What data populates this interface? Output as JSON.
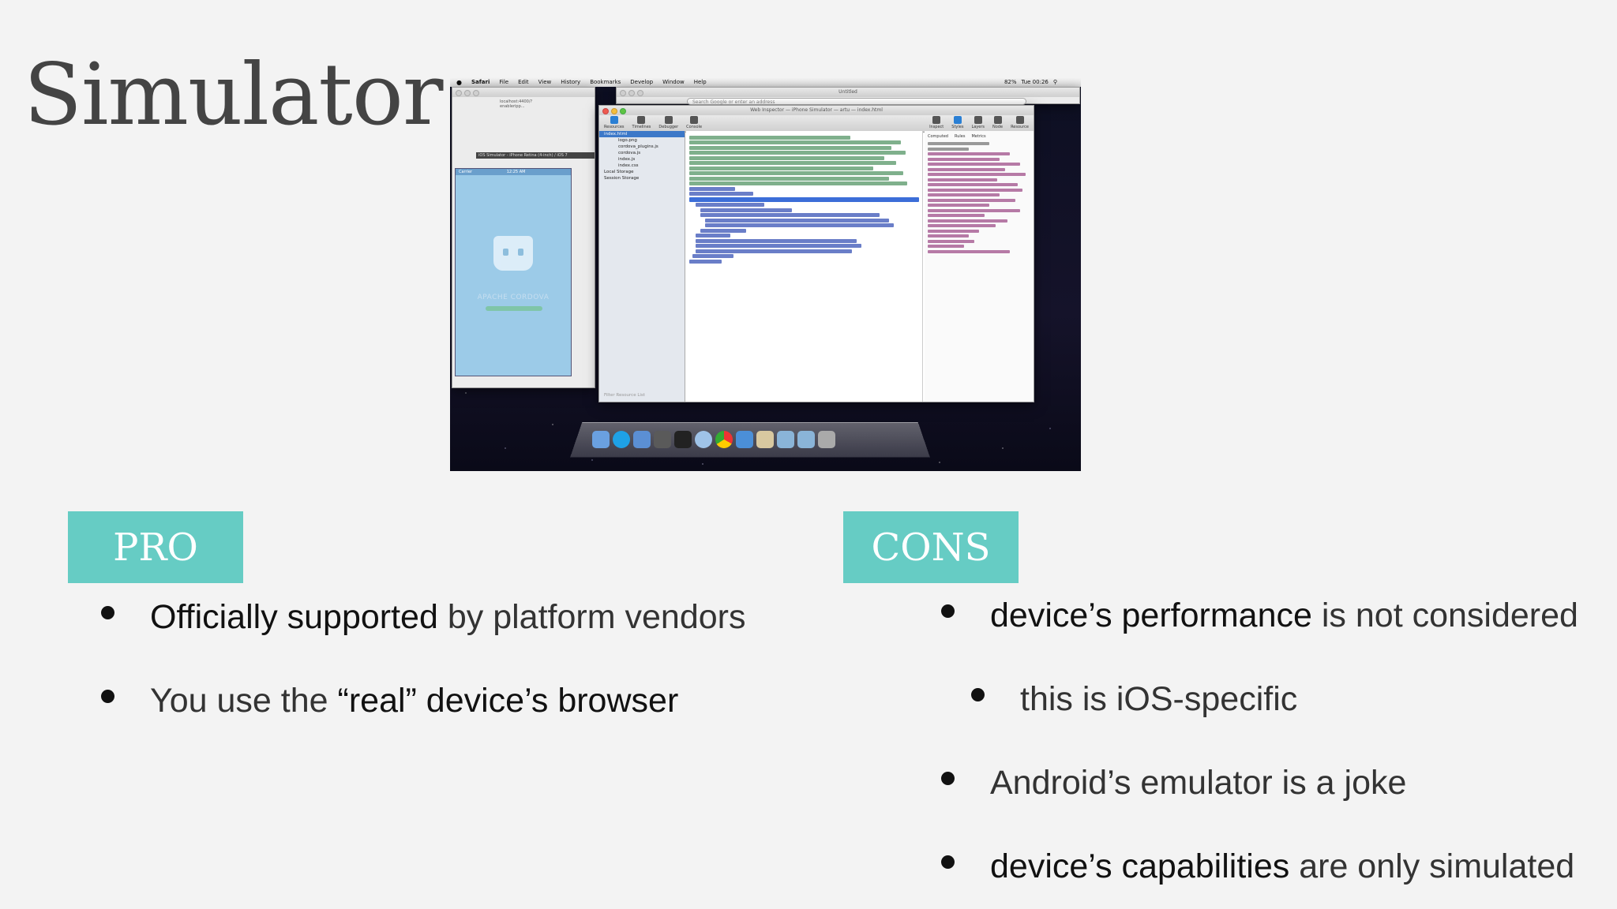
{
  "slide": {
    "title": "Simulator"
  },
  "screenshot": {
    "menubar": {
      "app": "Safari",
      "items": [
        "File",
        "Edit",
        "View",
        "History",
        "Bookmarks",
        "Develop",
        "Window",
        "Help"
      ],
      "battery": "82%",
      "clock": "Tue 00:26"
    },
    "safari": {
      "window_title": "Untitled",
      "address_placeholder": "Search Google or enter an address",
      "back_url": "localhost:4400/?enableripp..."
    },
    "simulator": {
      "title": "iOS Simulator - iPhone Retina (4-inch) / iOS 7",
      "carrier": "Carrier",
      "time": "12:25 AM",
      "app_name": "APACHE CORDOVA"
    },
    "inspector": {
      "title": "Web Inspector — iPhone Simulator — artu — index.html",
      "tools": [
        "Resources",
        "Timelines",
        "Debugger",
        "Console",
        "Inspect",
        "Styles",
        "Layers",
        "Node",
        "Resource"
      ],
      "resources": [
        "index.html",
        "logo.png",
        "cordova_plugins.js",
        "cordova.js",
        "index.js",
        "index.css",
        "Local Storage",
        "Session Storage"
      ],
      "filter_placeholder": "Filter Resource List",
      "style_tabs": [
        "Computed",
        "Rules",
        "Metrics"
      ]
    }
  },
  "pro": {
    "label": "PRO",
    "items": [
      {
        "strong": "Officially supported",
        "rest": " by platform vendors"
      },
      {
        "lead": "You use the ",
        "strong": "“real” device’s browser"
      }
    ]
  },
  "cons": {
    "label": "CONS",
    "items": [
      {
        "strong": "device’s performance",
        "rest": " is not considered"
      },
      {
        "lead": "this is iOS-specific"
      },
      {
        "lead": "Android’s emulator is a joke"
      },
      {
        "strong": "device’s capabilities",
        "rest": " are only simulated"
      }
    ]
  }
}
